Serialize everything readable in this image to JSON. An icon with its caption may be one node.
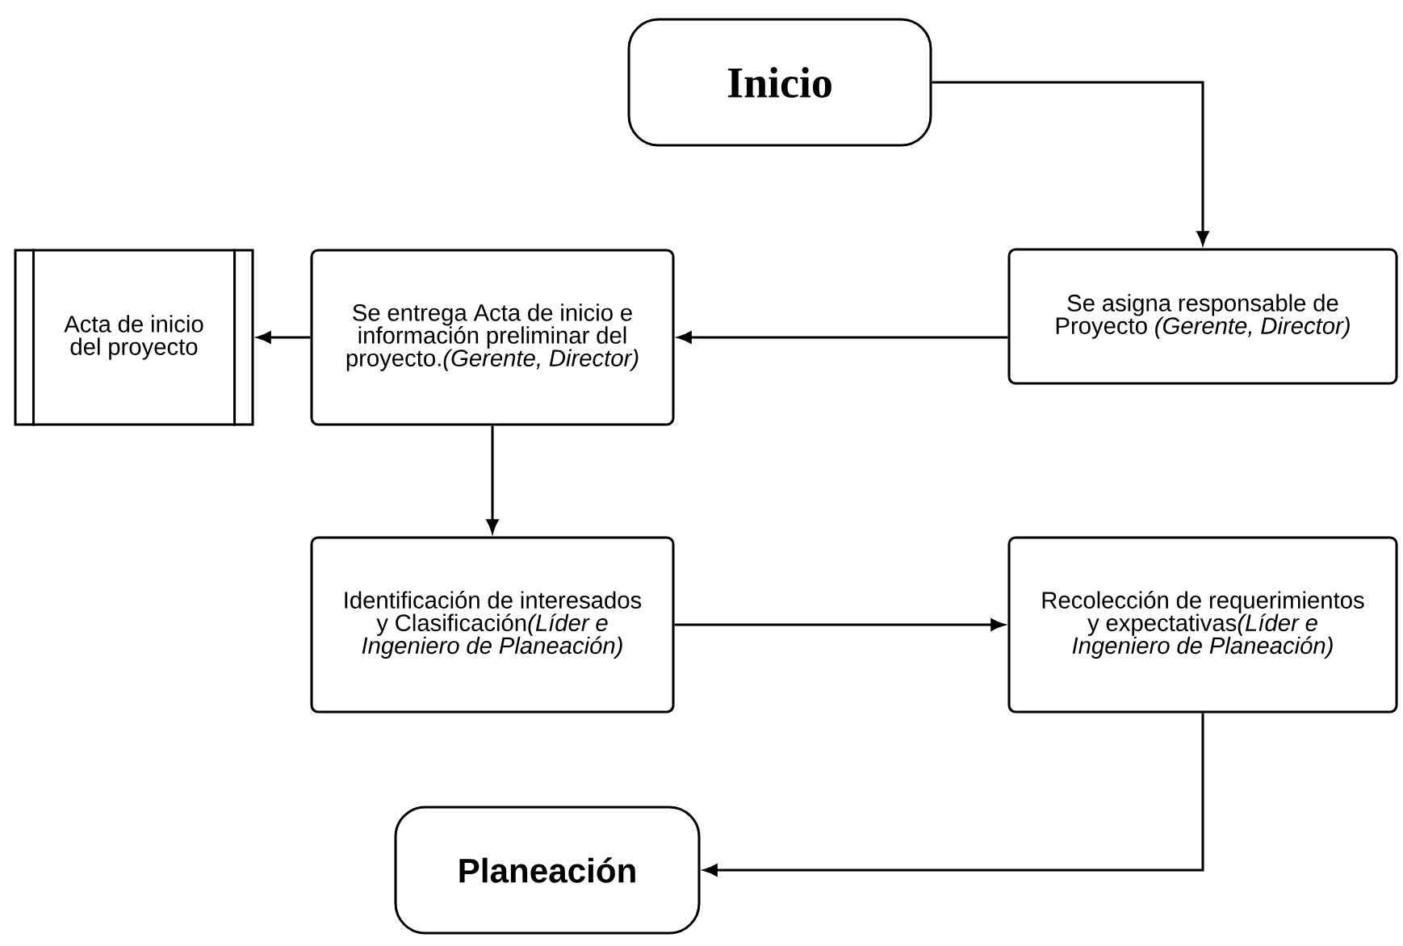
{
  "diagram": {
    "nodes": [
      {
        "text": [
          "Inicio"
        ]
      },
      {
        "text": [
          "Se asigna responsable de Proyecto *(Gerente, Director)*"
        ]
      },
      {
        "text": [
          "Se entrega Acta de inicio e información preliminar del proyecto.*(Gerente, Director)*"
        ]
      },
      {
        "text": [
          "Acta de inicio del proyecto"
        ]
      },
      {
        "text": [
          "Identificación de interesados y Clasificación",
          "(Líder e Ingeniero de Planeación)"
        ]
      },
      {
        "text": [
          "Recolección de requerimientos y expectativas",
          "(Líder e Ingeniero de Planeación)"
        ]
      },
      {
        "text": [
          "Planeación"
        ]
      }
    ],
    "edges": [
      {
        "from": 0,
        "to": 1,
        "arrow": "to"
      },
      {
        "from": 1,
        "to": 2,
        "arrow": "to"
      },
      {
        "from": 2,
        "to": 3,
        "arrow": "to"
      },
      {
        "from": 2,
        "to": 4,
        "arrow": "to"
      },
      {
        "from": 4,
        "to": 5,
        "arrow": "to"
      },
      {
        "from": 5,
        "to": 6,
        "arrow": "to"
      }
    ]
  }
}
